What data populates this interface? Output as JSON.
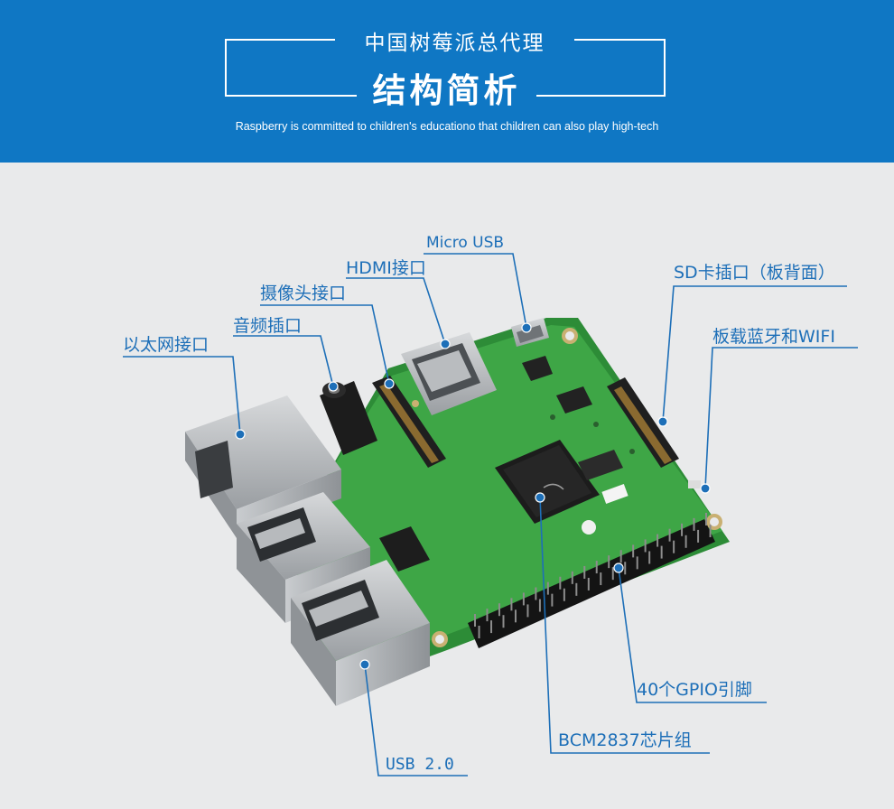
{
  "header": {
    "subtitle": "中国树莓派总代理",
    "title": "结构简析",
    "tagline": "Raspberry is committed to children's educationo that children can also play high-tech"
  },
  "callouts": {
    "micro_usb": "Micro USB",
    "hdmi": "HDMI接口",
    "camera": "摄像头接口",
    "audio": "音频插口",
    "ethernet": "以太网接口",
    "sd_card": "SD卡插口（板背面）",
    "wifi_bt": "板载蓝牙和WIFI",
    "gpio": "40个GPIO引脚",
    "chipset": "BCM2837芯片组",
    "usb": "USB 2.0"
  },
  "colors": {
    "banner": "#0f77c4",
    "background": "#e9eaeb",
    "label": "#1d6fb8",
    "board": "#3ea646"
  }
}
